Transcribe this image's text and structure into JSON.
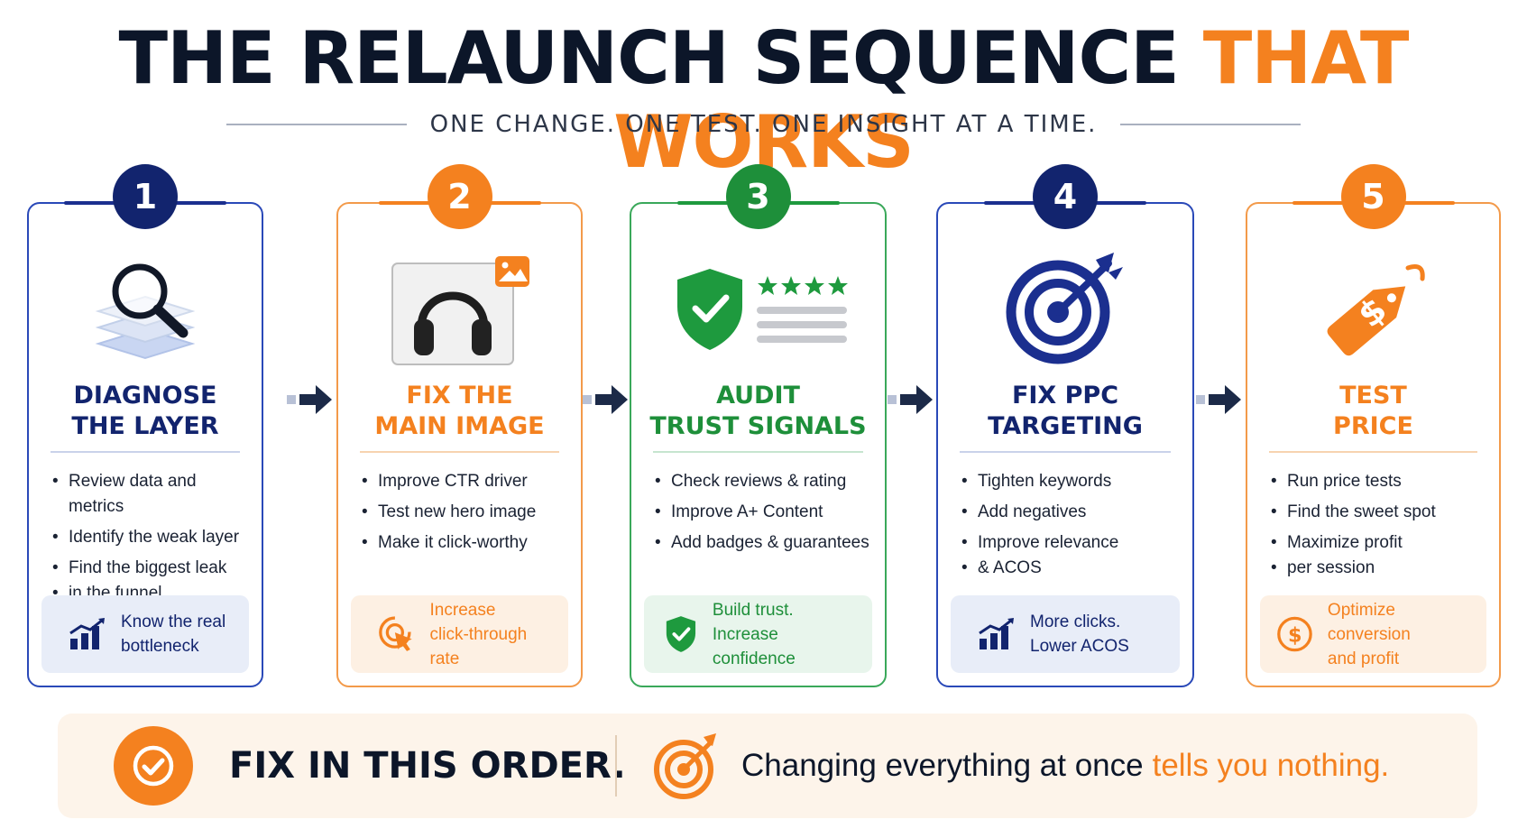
{
  "header": {
    "title_main": "THE RELAUNCH SEQUENCE",
    "title_accent": "THAT WORKS",
    "subtitle": "ONE CHANGE. ONE TEST. ONE INSIGHT AT A TIME."
  },
  "colors": {
    "navy": "#1b2f8f",
    "orange": "#f4811f",
    "green": "#1e9a3e",
    "dark": "#0c1629"
  },
  "steps": [
    {
      "number": "1",
      "title_line1": "DIAGNOSE",
      "title_line2": "THE LAYER",
      "icon": "magnifier-layers-icon",
      "bullets": [
        "Review data and metrics",
        "Identify the weak layer",
        "Find the biggest leak",
        "in the funnel"
      ],
      "note_line1": "Know the real",
      "note_line2": "bottleneck",
      "note_icon": "bar-chart-icon"
    },
    {
      "number": "2",
      "title_line1": "FIX THE",
      "title_line2": "MAIN IMAGE",
      "icon": "headphones-image-icon",
      "bullets": [
        "Improve CTR driver",
        "Test new hero image",
        "Make it click-worthy"
      ],
      "note_line1": "Increase",
      "note_line2": "click-through rate",
      "note_icon": "click-cursor-icon"
    },
    {
      "number": "3",
      "title_line1": "AUDIT",
      "title_line2": "TRUST SIGNALS",
      "icon": "shield-stars-icon",
      "bullets": [
        "Check reviews & rating",
        "Improve A+ Content",
        "Add badges & guarantees"
      ],
      "note_line1": "Build trust.",
      "note_line2": "Increase confidence",
      "note_icon": "shield-check-icon"
    },
    {
      "number": "4",
      "title_line1": "FIX PPC",
      "title_line2": "TARGETING",
      "icon": "target-arrow-icon",
      "bullets": [
        "Tighten keywords",
        "Add negatives",
        "Improve relevance",
        "& ACOS"
      ],
      "note_line1": "More clicks.",
      "note_line2": "Lower ACOS",
      "note_icon": "bar-chart-icon"
    },
    {
      "number": "5",
      "title_line1": "TEST",
      "title_line2": "PRICE",
      "icon": "price-tag-icon",
      "bullets": [
        "Run price tests",
        "Find the sweet spot",
        "Maximize profit",
        "per session"
      ],
      "note_line1": "Optimize conversion",
      "note_line2": "and profit",
      "note_icon": "dollar-circle-icon"
    }
  ],
  "footer": {
    "left_text": "FIX IN THIS ORDER.",
    "right_text": "Changing everything at once",
    "right_accent": "tells you nothing."
  }
}
